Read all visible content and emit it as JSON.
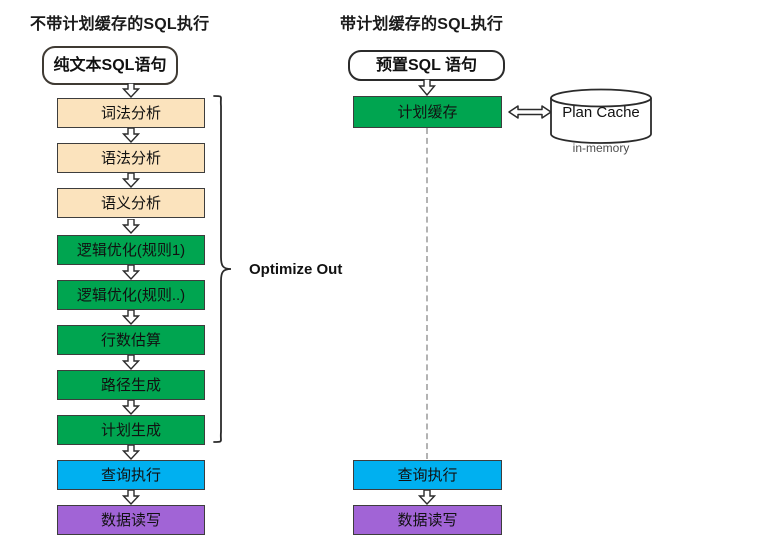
{
  "columns": {
    "left": {
      "title": "不带计划缓存的SQL执行",
      "entry": {
        "label": "纯文本SQL语句"
      },
      "steps": [
        {
          "label": "词法分析",
          "color": "tan"
        },
        {
          "label": "语法分析",
          "color": "tan"
        },
        {
          "label": "语义分析",
          "color": "tan"
        },
        {
          "label": "逻辑优化(规则1)",
          "color": "green"
        },
        {
          "label": "逻辑优化(规则..)",
          "color": "green"
        },
        {
          "label": "行数估算",
          "color": "green"
        },
        {
          "label": "路径生成",
          "color": "green"
        },
        {
          "label": "计划生成",
          "color": "green"
        },
        {
          "label": "查询执行",
          "color": "blue"
        },
        {
          "label": "数据读写",
          "color": "purple"
        }
      ],
      "brace_label": "Optimize Out"
    },
    "right": {
      "title": "带计划缓存的SQL执行",
      "entry": {
        "label": "预置SQL 语句"
      },
      "cache_step": {
        "label": "计划缓存",
        "color": "green"
      },
      "steps": [
        {
          "label": "查询执行",
          "color": "blue"
        },
        {
          "label": "数据读写",
          "color": "purple"
        }
      ],
      "store": {
        "label": "Plan Cache",
        "caption": "in-memory"
      }
    }
  },
  "colors": {
    "tan": "#fbe3bd",
    "green": "#00a550",
    "blue": "#00b0f0",
    "purple": "#a164d6",
    "outline": "#3d3d3d",
    "dashed": "#b3b3b3"
  }
}
